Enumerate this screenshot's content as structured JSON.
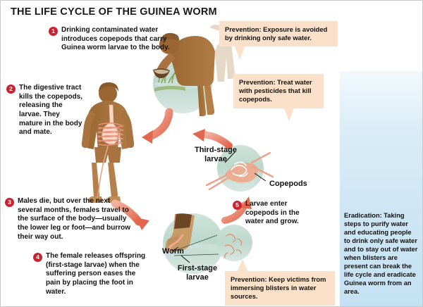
{
  "title": "THE LIFE CYCLE OF THE GUINEA WORM",
  "colors": {
    "badge_red": "#cf2030",
    "callout_bg": "#fbe1ca",
    "panel_blue": "#c4e1f3",
    "figure_brown": "#a6703c",
    "arrow_salmon": "#e8765c",
    "water_green": "#b9d4c8",
    "worm_pink": "#f2b49a"
  },
  "steps": [
    {
      "number": "1",
      "text": "Drinking contaminated water introduces copepods that carry Guinea worm larvae to the body."
    },
    {
      "number": "2",
      "text": "The digestive tract kills the copepods, releasing the larvae. They mature in the body and mate."
    },
    {
      "number": "3",
      "text": "Males die, but over the next several months, females travel to the surface of the body—usually the lower leg or foot—and burrow their way out."
    },
    {
      "number": "4",
      "text": "The female releases offspring (first-stage larvae) when the suffering person eases the pain by placing the foot in water."
    },
    {
      "number": "5",
      "text": "Larvae enter copepods in the water and grow."
    }
  ],
  "callouts": [
    {
      "text": "Prevention: Exposure is avoided by drinking only safe water."
    },
    {
      "text": "Prevention: Treat water with pesticides that kill copepods."
    },
    {
      "text": "Prevention: Keep victims from immersing blisters in water sources."
    }
  ],
  "diagram_labels": {
    "third_stage_larvae": "Third-stage larvae",
    "copepods": "Copepods",
    "worm": "Worm",
    "first_stage_larvae": "First-stage larvae"
  },
  "eradication": {
    "text": "Eradication: Taking steps to purify water and educating people to drink only safe water and to stay out of water when blisters are present can break the life cycle and eradicate Guinea worm from an area."
  }
}
